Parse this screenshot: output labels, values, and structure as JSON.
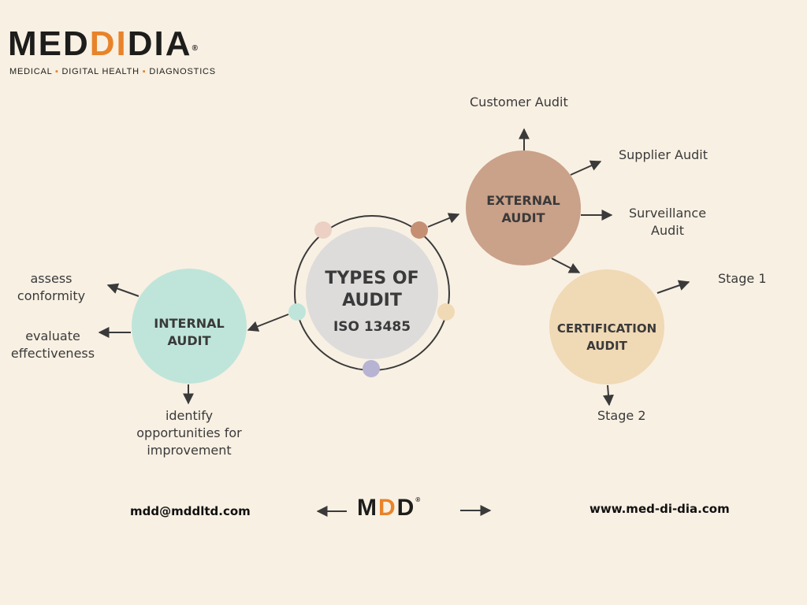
{
  "brand": {
    "logo_prefix": "MED",
    "logo_highlight": "DI",
    "logo_suffix": "DIA",
    "registered": "®",
    "tagline_1": "MEDICAL",
    "tagline_sep": "▪",
    "tagline_2": "DIGITAL HEALTH",
    "tagline_3": "DIAGNOSTICS"
  },
  "center": {
    "title_1": "TYPES OF",
    "title_2": "AUDIT",
    "subtitle": "ISO 13485"
  },
  "internal": {
    "title_1": "INTERNAL",
    "title_2": "AUDIT",
    "items": [
      "assess",
      "conformity",
      "evaluate",
      "effectiveness",
      "identify",
      "opportunities for",
      "improvement"
    ]
  },
  "external": {
    "title_1": "EXTERNAL",
    "title_2": "AUDIT",
    "items": [
      "Customer Audit",
      "Supplier Audit",
      "Surveillance",
      "Audit"
    ]
  },
  "certification": {
    "title_1": "CERTIFICATION",
    "title_2": "AUDIT",
    "items": [
      "Stage 1",
      "Stage 2"
    ]
  },
  "footer": {
    "email": "mdd@mddltd.com",
    "website": "www.med-di-dia.com",
    "mdd_m": "M",
    "mdd_d1": "D",
    "mdd_d2": "D"
  },
  "colors": {
    "background": "#f8f0e3",
    "internal": "#bfe5da",
    "center": "#dddcdb",
    "external": "#caa189",
    "certification": "#f0d9b5",
    "accent": "#e8832a",
    "dot_pink": "#ecd0c4",
    "dot_brown": "#c58f74",
    "dot_teal": "#bfe5da",
    "dot_sand": "#f0d9b5",
    "dot_lavender": "#b7b3d3"
  }
}
